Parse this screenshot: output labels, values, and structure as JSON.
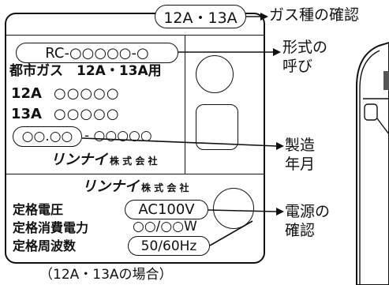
{
  "plate": {
    "gas_type_top": "12A・13A",
    "model_code": "RC-○○○○○-○",
    "city_gas_label": "都市ガス　12A・13A用",
    "row_12a_label": "12A",
    "row_12a_value": "○○○○○",
    "row_13a_label": "13A",
    "row_13a_value": "○○○○○",
    "serial_left": "○○.○○",
    "serial_right": "- ○○○○○",
    "maker_logo_1": "リンナイ",
    "maker_suffix_1": "株 式 会 社",
    "maker_logo_2": "リンナイ",
    "maker_suffix_2": "株 式 会 社",
    "rated_voltage_label": "定格電圧",
    "rated_voltage_value": "AC100V",
    "rated_power_label": "定格消費電力",
    "rated_power_value": "○○/○○W",
    "rated_freq_label": "定格周波数",
    "rated_freq_value": "50/60Hz"
  },
  "callouts": {
    "gas_check": "ガス種の確認",
    "model_form": "形式の\n呼び",
    "manufacture": "製造\n年月",
    "power_check": "電源の\n確認"
  },
  "caption": "（12A・13Aの場合）"
}
